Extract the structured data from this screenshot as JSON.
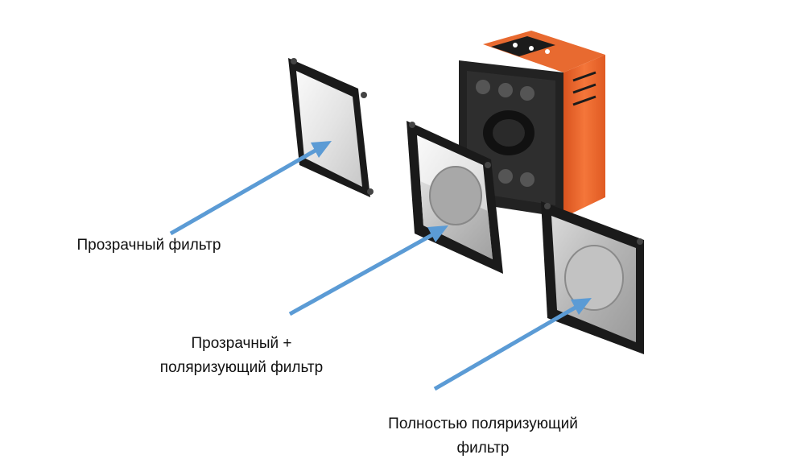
{
  "labels": {
    "clear_filter": "Прозрачный фильтр",
    "clear_polarizing_line1": "Прозрачный +",
    "clear_polarizing_line2": "поляризующий фильтр",
    "full_polarizing_line1": "Полностью поляризующий",
    "full_polarizing_line2": "фильтр"
  },
  "colors": {
    "camera_body": "#f26a2e",
    "camera_front": "#1e1e1e",
    "filter_frame": "#1a1a1a",
    "arrow": "#5b9bd5",
    "background": "#ffffff"
  }
}
